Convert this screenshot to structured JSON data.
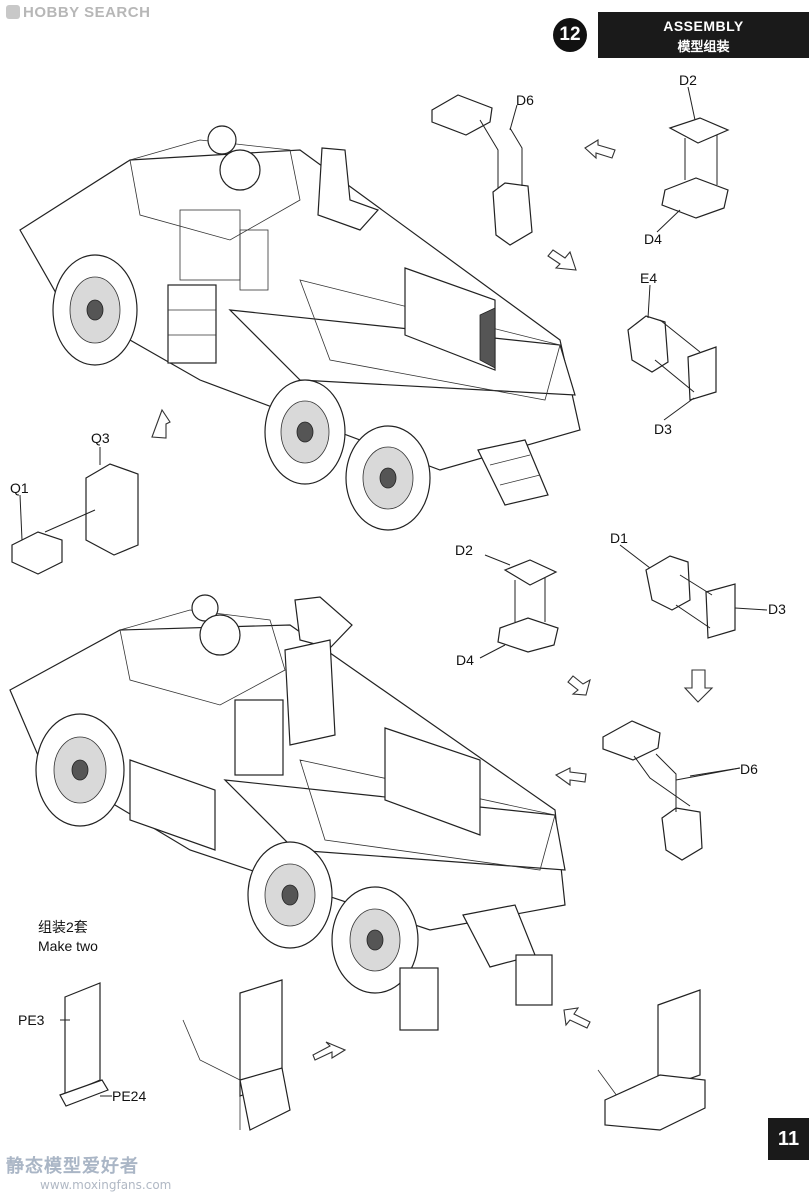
{
  "watermark_top": "HOBBY SEARCH",
  "step_number": "12",
  "header": {
    "title_en": "ASSEMBLY",
    "title_zh": "模型组装"
  },
  "labels": {
    "d6_top": "D6",
    "d2_top": "D2",
    "d4_top": "D4",
    "e4": "E4",
    "d3_top": "D3",
    "q3": "Q3",
    "q1": "Q1",
    "d2_mid": "D2",
    "d1": "D1",
    "d4_mid": "D4",
    "d3_mid": "D3",
    "d6_mid": "D6",
    "pe3": "PE3",
    "pe24": "PE24"
  },
  "note": {
    "zh": "组装2套",
    "en": "Make two"
  },
  "page_number": "11",
  "watermark_bottom": "静态模型爱好者",
  "watermark_url": "www.moxingfans.com"
}
